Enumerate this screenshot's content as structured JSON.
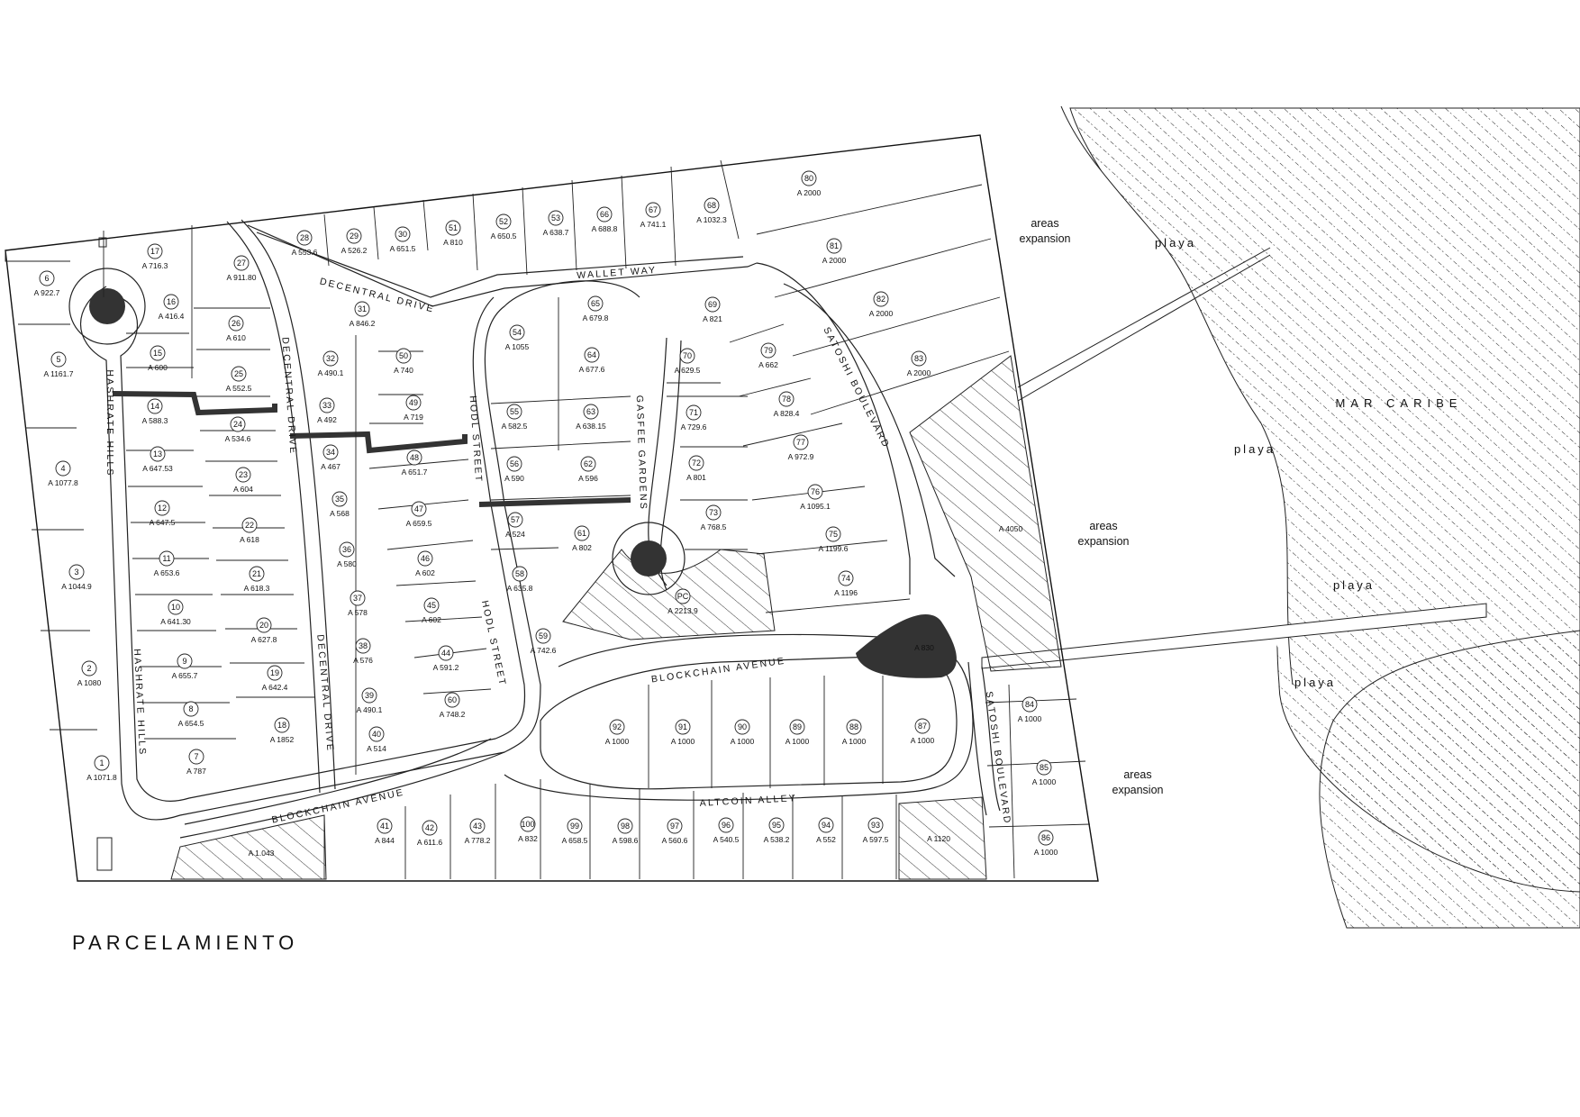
{
  "title": "PARCELAMIENTO",
  "sea_label": "MAR CARIBE",
  "beach_label": "playa",
  "expansion_label": [
    "areas",
    "expansion"
  ],
  "area_prefix": "A",
  "colors": {
    "ink": "#111111",
    "background": "#ffffff",
    "vegetation": "#333333"
  },
  "streets": [
    {
      "name": "WALLET WAY"
    },
    {
      "name": "DECENTRAL DRIVE"
    },
    {
      "name": "DECENTRAL DRIVE"
    },
    {
      "name": "DECENTRAL DRIVE"
    },
    {
      "name": "HODL STREET"
    },
    {
      "name": "HODL STREET"
    },
    {
      "name": "GASFEE GARDENS"
    },
    {
      "name": "SATOSHI BOULEVARD"
    },
    {
      "name": "SATOSHI BOULEVARD"
    },
    {
      "name": "HASHRATE HILLS"
    },
    {
      "name": "HASHRATE HILLS"
    },
    {
      "name": "BLOCKCHAIN AVENUE"
    },
    {
      "name": "BLOCKCHAIN AVENUE"
    },
    {
      "name": "ALTCOIN ALLEY"
    }
  ],
  "lots": [
    {
      "num": "1",
      "area": "1071.8"
    },
    {
      "num": "2",
      "area": "1080"
    },
    {
      "num": "3",
      "area": "1044.9"
    },
    {
      "num": "4",
      "area": "1077.8"
    },
    {
      "num": "5",
      "area": "1161.7"
    },
    {
      "num": "6",
      "area": "922.7"
    },
    {
      "num": "7",
      "area": "787"
    },
    {
      "num": "8",
      "area": "654.5"
    },
    {
      "num": "9",
      "area": "655.7"
    },
    {
      "num": "10",
      "area": "641.30"
    },
    {
      "num": "11",
      "area": "653.6"
    },
    {
      "num": "12",
      "area": "647.5"
    },
    {
      "num": "13",
      "area": "647.53"
    },
    {
      "num": "14",
      "area": "588.3"
    },
    {
      "num": "15",
      "area": "600"
    },
    {
      "num": "16",
      "area": "416.4"
    },
    {
      "num": "17",
      "area": "716.3"
    },
    {
      "num": "18",
      "area": "1852"
    },
    {
      "num": "19",
      "area": "642.4"
    },
    {
      "num": "20",
      "area": "627.8"
    },
    {
      "num": "21",
      "area": "618.3"
    },
    {
      "num": "22",
      "area": "618"
    },
    {
      "num": "23",
      "area": "604"
    },
    {
      "num": "24",
      "area": "534.6"
    },
    {
      "num": "25",
      "area": "552.5"
    },
    {
      "num": "26",
      "area": "610"
    },
    {
      "num": "27",
      "area": "911.80"
    },
    {
      "num": "28",
      "area": "553.6"
    },
    {
      "num": "29",
      "area": "526.2"
    },
    {
      "num": "30",
      "area": "651.5"
    },
    {
      "num": "31",
      "area": "846.2"
    },
    {
      "num": "32",
      "area": "490.1"
    },
    {
      "num": "33",
      "area": "492"
    },
    {
      "num": "34",
      "area": "467"
    },
    {
      "num": "35",
      "area": "568"
    },
    {
      "num": "36",
      "area": "580"
    },
    {
      "num": "37",
      "area": "578"
    },
    {
      "num": "38",
      "area": "576"
    },
    {
      "num": "39",
      "area": "490.1"
    },
    {
      "num": "40",
      "area": "514"
    },
    {
      "num": "41",
      "area": "844"
    },
    {
      "num": "42",
      "area": "611.6"
    },
    {
      "num": "43",
      "area": "778.2"
    },
    {
      "num": "44",
      "area": "591.2"
    },
    {
      "num": "45",
      "area": "602"
    },
    {
      "num": "46",
      "area": "602"
    },
    {
      "num": "47",
      "area": "659.5"
    },
    {
      "num": "48",
      "area": "651.7"
    },
    {
      "num": "49",
      "area": "719"
    },
    {
      "num": "50",
      "area": "740"
    },
    {
      "num": "51",
      "area": "810"
    },
    {
      "num": "52",
      "area": "650.5"
    },
    {
      "num": "53",
      "area": "638.7"
    },
    {
      "num": "54",
      "area": "1055"
    },
    {
      "num": "55",
      "area": "582.5"
    },
    {
      "num": "56",
      "area": "590"
    },
    {
      "num": "57",
      "area": "524"
    },
    {
      "num": "58",
      "area": "635.8"
    },
    {
      "num": "59",
      "area": "742.6"
    },
    {
      "num": "60",
      "area": "748.2"
    },
    {
      "num": "61",
      "area": "802"
    },
    {
      "num": "62",
      "area": "596"
    },
    {
      "num": "63",
      "area": "638.15"
    },
    {
      "num": "64",
      "area": "677.6"
    },
    {
      "num": "65",
      "area": "679.8"
    },
    {
      "num": "66",
      "area": "688.8"
    },
    {
      "num": "67",
      "area": "741.1"
    },
    {
      "num": "68",
      "area": "1032.3"
    },
    {
      "num": "69",
      "area": "821"
    },
    {
      "num": "70",
      "area": "629.5"
    },
    {
      "num": "71",
      "area": "729.6"
    },
    {
      "num": "72",
      "area": "801"
    },
    {
      "num": "73",
      "area": "768.5"
    },
    {
      "num": "74",
      "area": "1196"
    },
    {
      "num": "75",
      "area": "1199.6"
    },
    {
      "num": "76",
      "area": "1095.1"
    },
    {
      "num": "77",
      "area": "972.9"
    },
    {
      "num": "78",
      "area": "828.4"
    },
    {
      "num": "79",
      "area": "662"
    },
    {
      "num": "80",
      "area": "2000"
    },
    {
      "num": "81",
      "area": "2000"
    },
    {
      "num": "82",
      "area": "2000"
    },
    {
      "num": "83",
      "area": "2000"
    },
    {
      "num": "84",
      "area": "1000"
    },
    {
      "num": "85",
      "area": "1000"
    },
    {
      "num": "86",
      "area": "1000"
    },
    {
      "num": "87",
      "area": "1000"
    },
    {
      "num": "88",
      "area": "1000"
    },
    {
      "num": "89",
      "area": "1000"
    },
    {
      "num": "90",
      "area": "1000"
    },
    {
      "num": "91",
      "area": "1000"
    },
    {
      "num": "92",
      "area": "1000"
    },
    {
      "num": "93",
      "area": "597.5"
    },
    {
      "num": "94",
      "area": "552"
    },
    {
      "num": "95",
      "area": "538.2"
    },
    {
      "num": "96",
      "area": "540.5"
    },
    {
      "num": "97",
      "area": "560.6"
    },
    {
      "num": "98",
      "area": "598.6"
    },
    {
      "num": "99",
      "area": "658.5"
    },
    {
      "num": "100",
      "area": "832"
    },
    {
      "num": "PC",
      "area": "2213.9"
    }
  ],
  "common_areas": [
    {
      "area": "1.043"
    },
    {
      "area": "4050"
    },
    {
      "area": "1120"
    },
    {
      "area": "830"
    }
  ]
}
